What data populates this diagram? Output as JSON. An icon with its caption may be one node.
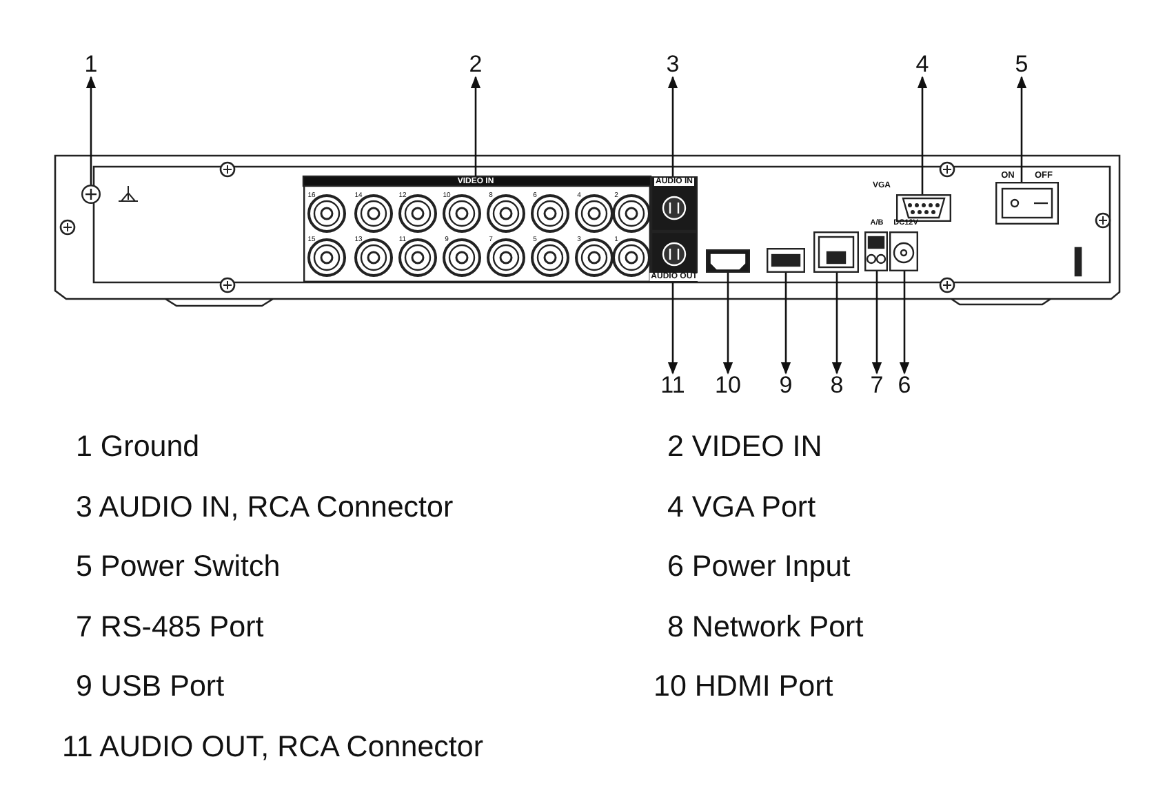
{
  "diagram": {
    "nodes": [
      {
        "text": [
          "1"
        ]
      },
      {
        "text": [
          "2"
        ]
      },
      {
        "text": [
          "3"
        ]
      },
      {
        "text": [
          "4"
        ]
      },
      {
        "text": [
          "5"
        ]
      },
      {
        "text": [],
        "shape": "circle"
      },
      {
        "text": [],
        "shape": "box"
      },
      {
        "text": [],
        "shape": "box"
      },
      {
        "text": [],
        "shape": "box"
      },
      {
        "text": [],
        "shape": "box"
      },
      {
        "text": [],
        "shape": "box"
      },
      {
        "text": [],
        "shape": "box"
      },
      {
        "text": [],
        "shape": "box"
      },
      {
        "text": [],
        "shape": "box"
      },
      {
        "text": [],
        "shape": "box"
      },
      {
        "text": [],
        "shape": "box"
      },
      {
        "text": [
          "11"
        ]
      },
      {
        "text": [
          "10"
        ]
      },
      {
        "text": [
          "9"
        ]
      },
      {
        "text": [
          "8"
        ]
      },
      {
        "text": [
          "7"
        ]
      },
      {
        "text": [
          "6"
        ]
      }
    ],
    "edges": [
      {
        "from": 5,
        "to": 0,
        "arrow": "to"
      },
      {
        "from": 6,
        "to": 1,
        "arrow": "to"
      },
      {
        "from": 7,
        "to": 2,
        "arrow": "to"
      },
      {
        "from": 8,
        "to": 3,
        "arrow": "to"
      },
      {
        "from": 9,
        "to": 4,
        "arrow": "to"
      },
      {
        "from": 10,
        "to": 16,
        "arrow": "to"
      },
      {
        "from": 11,
        "to": 17,
        "arrow": "to"
      },
      {
        "from": 12,
        "to": 18,
        "arrow": "to"
      },
      {
        "from": 13,
        "to": 19,
        "arrow": "to"
      },
      {
        "from": 14,
        "to": 20,
        "arrow": "to"
      },
      {
        "from": 15,
        "to": 21,
        "arrow": "to"
      }
    ],
    "labels": [
      "VIDEO IN",
      "AUDIO IN",
      "ON",
      "OFF",
      "VGA",
      "16",
      "14",
      "12",
      "10",
      "8",
      "6",
      "4",
      "2",
      "A/B",
      "DC12V",
      "15",
      "13",
      "11",
      "9",
      "7",
      "5",
      "3",
      "1",
      "AUDIO OUT",
      "1 Ground",
      "2 VIDEO IN",
      "3 AUDIO IN, RCA Connector",
      "4 VGA Port",
      "5 Power Switch",
      "6 Power Input",
      "7 RS-485 Port",
      "8 Network Port",
      "9 USB Port",
      "10 HDMI Port",
      "11 AUDIO OUT, RCA Connector"
    ]
  }
}
